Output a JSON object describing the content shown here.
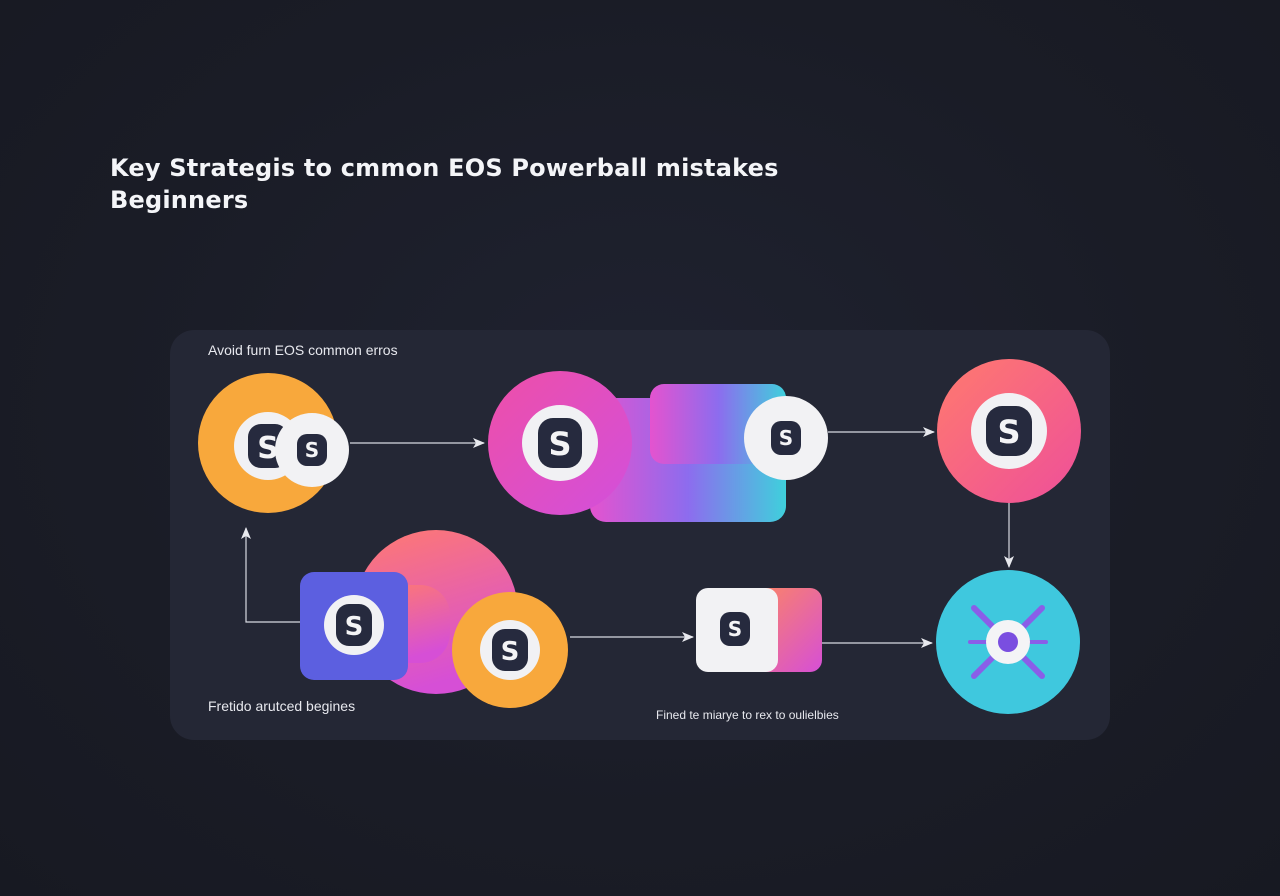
{
  "title": {
    "line1": "Key Strategis to cmmon EOS Powerball mistakes",
    "line2": "Beginners"
  },
  "labels": {
    "top_left": "Avoid furn EOS common erros",
    "bottom_left": "Fretido arutced begines",
    "bottom_right": "Fined te miarye to rex to oulielbies"
  },
  "icons": {
    "coin_glyph": "S",
    "coin": "coin-s-icon",
    "hub": "hub-network-icon"
  },
  "colors": {
    "background": "#1a1c26",
    "panel": "#242735",
    "orange": "#f8a83c",
    "pink": "#e14fd2",
    "red_pink": "#f25a96",
    "teal": "#3fc8de",
    "indigo": "#5c5fe0",
    "white": "#f2f2f4",
    "dark_coin": "#262a3e"
  }
}
